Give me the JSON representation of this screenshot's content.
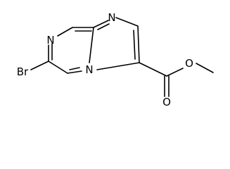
{
  "molecule": {
    "atom_labels": {
      "n_pyrazine": "N",
      "n_imidazole": "N",
      "n_bridge": "N",
      "bromine": "Br",
      "carbonyl_oxygen": "O",
      "ester_oxygen": "O"
    },
    "colors": {
      "bond": "#000000",
      "label": "#000000",
      "background": "#ffffff"
    }
  }
}
